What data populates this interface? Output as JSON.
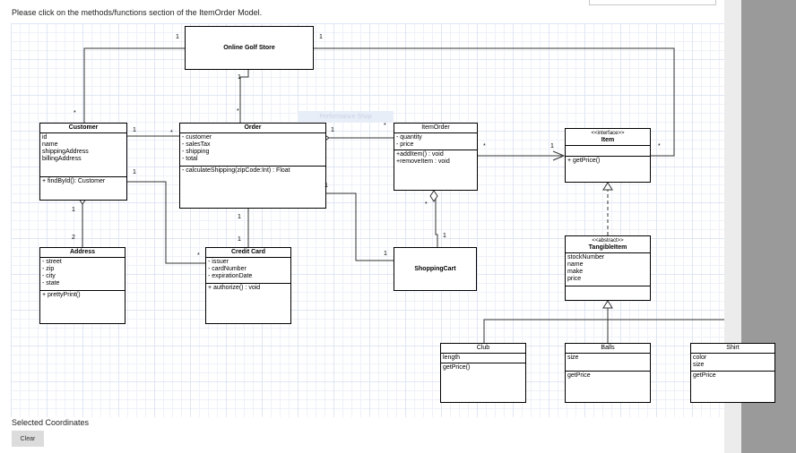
{
  "instruction": "Please click on the methods/functions section of the ItemOrder Model.",
  "ghost_label": "Performance Shop",
  "classes": {
    "online_golf_store": {
      "name": "Online Golf Store"
    },
    "customer": {
      "name": "Customer",
      "attributes": [
        "id",
        "name",
        "shippingAddress",
        "billingAddress"
      ],
      "methods": [
        "+ findById(): Customer"
      ]
    },
    "order": {
      "name": "Order",
      "attributes": [
        "- customer",
        "- salesTax",
        "- shipping",
        "- total"
      ],
      "methods": [
        "- calculateShipping(zipCode:Int) : Float"
      ]
    },
    "item_order": {
      "name": "ItemOrder",
      "attributes": [
        "- quantity",
        "- price"
      ],
      "methods": [
        "+addItem() : void",
        "+removeItem : void"
      ]
    },
    "item": {
      "stereotype": "<<interface>>",
      "name": "Item",
      "methods": [
        "+ getPrice()"
      ]
    },
    "address": {
      "name": "Address",
      "attributes": [
        "- street",
        "- zip",
        "- city",
        "- state"
      ],
      "methods": [
        "+ prettyPrint()"
      ]
    },
    "credit_card": {
      "name": "Credit Card",
      "attributes": [
        "- issuer",
        "- cardNumber",
        "- expirationDate"
      ],
      "methods": [
        "+ authorize() : void"
      ]
    },
    "shopping_cart": {
      "name": "ShoppingCart"
    },
    "tangible_item": {
      "stereotype": "<<abstract>>",
      "name": "TangibleItem",
      "attributes": [
        "stockNumber",
        "name",
        "make",
        "price"
      ]
    },
    "club": {
      "name": "Club",
      "attributes": [
        "length"
      ],
      "methods": [
        "getPrice()"
      ]
    },
    "balls": {
      "name": "Balls",
      "attributes": [
        "size"
      ],
      "methods": [
        "getPrice"
      ]
    },
    "shirt": {
      "name": "Shirt",
      "attributes": [
        "color",
        "size"
      ],
      "methods": [
        "getPrice"
      ]
    }
  },
  "multiplicities": {
    "store_left": "1",
    "store_right": "1",
    "store_bottom": "1",
    "customer_top": "*",
    "customer_order": "1",
    "order_customer": "*",
    "order_top": "*",
    "order_itemorder": "1",
    "itemorder_order": "*",
    "itemorder_item": "*",
    "item_itemorder": "1",
    "item_store": "*",
    "customer_card": "1",
    "card_customer": "*",
    "customer_address": "1",
    "address_top": "2",
    "order_card": "1",
    "card_top": "1",
    "order_cart": "1",
    "cart_order": "1",
    "itemorder_cart": "*",
    "cart_top": "1"
  },
  "footer": {
    "selected_label": "Selected Coordinates",
    "clear_label": "Clear"
  }
}
